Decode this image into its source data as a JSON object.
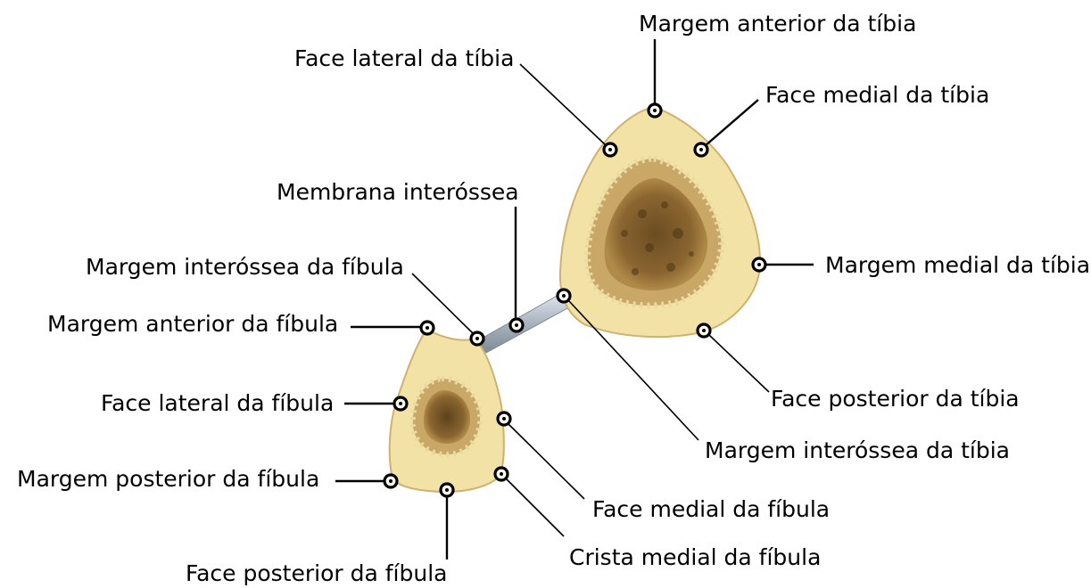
{
  "labels": {
    "tibia_anterior_border": "Margem anterior da tíbia",
    "tibia_lateral_surface": "Face lateral da tíbia",
    "tibia_medial_surface": "Face medial da tíbia",
    "interosseous_membrane": "Membrana interóssea",
    "fibula_interosseous_border": "Margem interóssea da fíbula",
    "tibia_medial_border": "Margem medial da tíbia",
    "fibula_anterior_border": "Margem anterior da fíbula",
    "fibula_lateral_surface": "Face lateral da fíbula",
    "tibia_posterior_surface": "Face posterior da tíbia",
    "tibia_interosseous_border": "Margem interóssea da tíbia",
    "fibula_posterior_border": "Margem posterior da fíbula",
    "fibula_medial_surface": "Face medial da fíbula",
    "fibula_medial_crest": "Crista medial da fíbula",
    "fibula_posterior_surface": "Face posterior da fíbula"
  },
  "colors": {
    "cortical_bone": "#f3e2a6",
    "bone_edge": "#d7bb78",
    "marrow_dark": "#7c5a2c",
    "marrow_mid": "#a07a3c",
    "membrane": "#b9c3cf",
    "line": "#000000"
  }
}
